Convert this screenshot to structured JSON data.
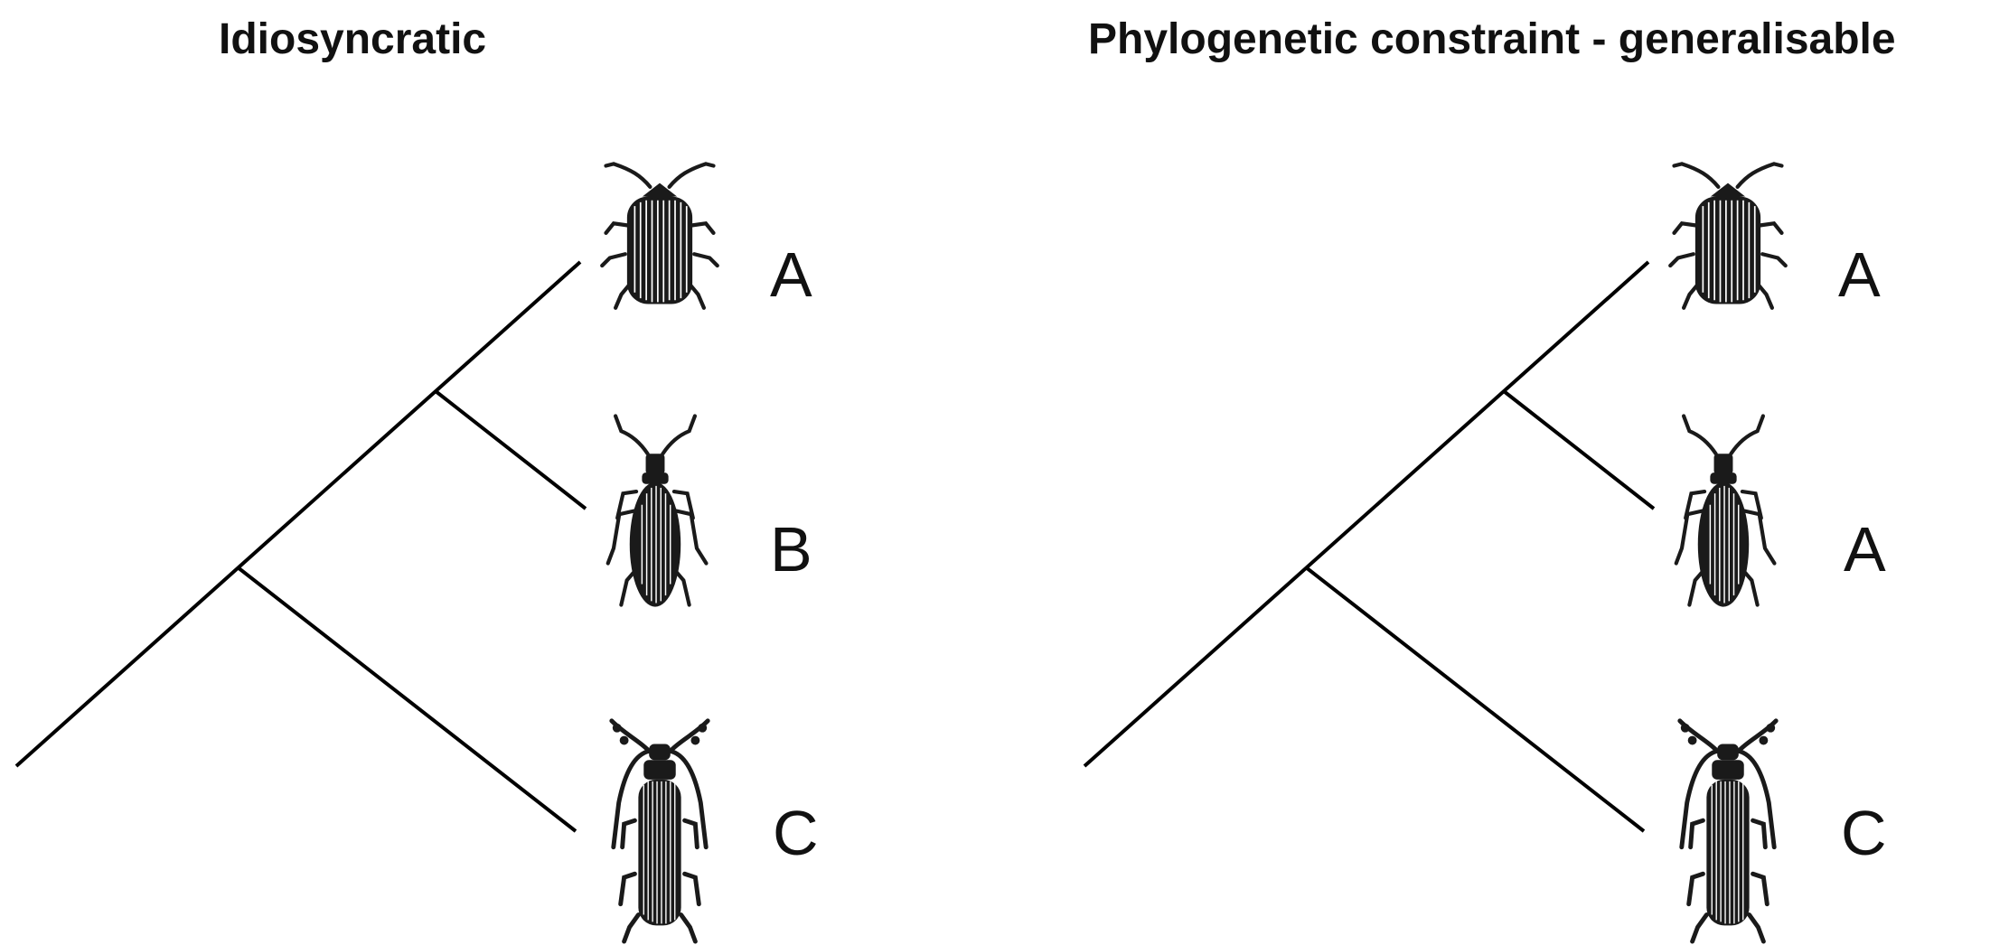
{
  "panels": [
    {
      "title": "Idiosyncratic",
      "taxa": [
        {
          "label": "A",
          "beetle": "round-striped-beetle-icon"
        },
        {
          "label": "B",
          "beetle": "slender-long-legged-beetle-icon"
        },
        {
          "label": "C",
          "beetle": "elongate-long-antenna-beetle-icon"
        }
      ]
    },
    {
      "title": "Phylogenetic constraint - generalisable",
      "taxa": [
        {
          "label": "A",
          "beetle": "round-striped-beetle-icon"
        },
        {
          "label": "A",
          "beetle": "slender-long-legged-beetle-icon"
        },
        {
          "label": "C",
          "beetle": "elongate-long-antenna-beetle-icon"
        }
      ]
    }
  ],
  "colors": {
    "line": "#000000",
    "beetle": "#1a1a1a",
    "stripe": "#ffffff",
    "text": "#111111"
  }
}
